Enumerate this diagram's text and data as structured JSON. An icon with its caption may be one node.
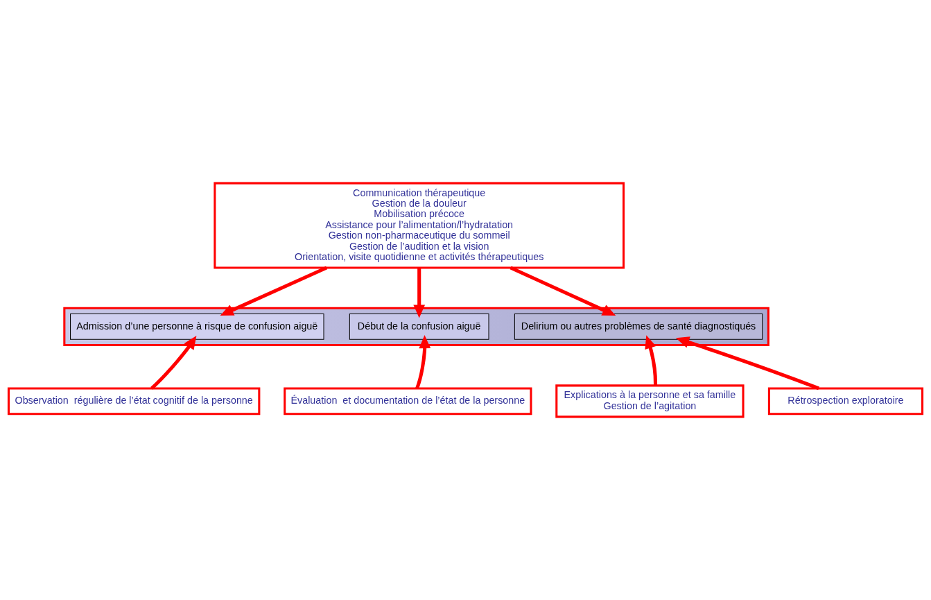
{
  "diagram": {
    "nodes": [
      {
        "text": [
          "Communication thérapeutique",
          "Gestion de la douleur",
          "Mobilisation précoce",
          "Assistance pour l’alimentation/l’hydratation",
          "Gestion non-pharmaceutique du sommeil",
          "Gestion de l’audition et la vision",
          "Orientation, visite quotidienne et activités thérapeutiques"
        ]
      },
      {
        "text": [],
        "shape": "arrow"
      },
      {
        "text": [
          "Admission d’une personne à risque de confusion aiguë"
        ],
        "in": 1
      },
      {
        "text": [
          "Début de la confusion aiguë"
        ],
        "in": 1
      },
      {
        "text": [
          "Delirium ou autres problèmes de santé diagnostiqués"
        ],
        "in": 1
      },
      {
        "text": [
          "Observation  régulière de l’état cognitif de la personne"
        ]
      },
      {
        "text": [
          "Évaluation  et documentation de l’état de la personne"
        ]
      },
      {
        "text": [
          "Explications à la personne et sa famille",
          "Gestion de l’agitation"
        ]
      },
      {
        "text": [
          "Rétrospection exploratoire"
        ]
      }
    ],
    "edges": [
      {
        "from": 0,
        "to": 2,
        "arrow": "to"
      },
      {
        "from": 0,
        "to": 3,
        "arrow": "to"
      },
      {
        "from": 0,
        "to": 4,
        "arrow": "to"
      },
      {
        "from": 5,
        "to": 2,
        "arrow": "to"
      },
      {
        "from": 6,
        "to": 3,
        "arrow": "to"
      },
      {
        "from": 7,
        "to": 4,
        "arrow": "to"
      },
      {
        "from": 8,
        "to": 4,
        "arrow": "to"
      }
    ]
  }
}
